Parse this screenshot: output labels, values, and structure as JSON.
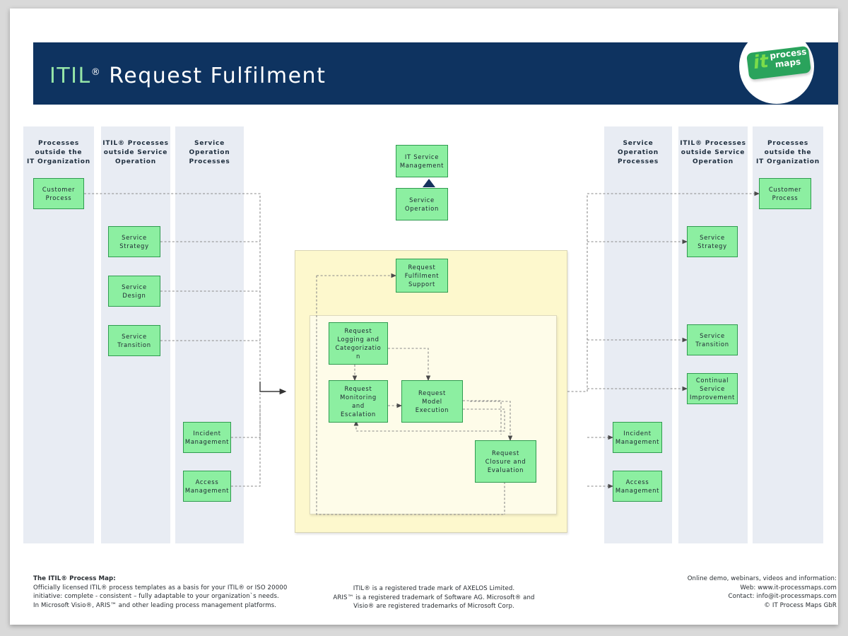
{
  "header": {
    "title_brand": "ITIL",
    "title_reg": "®",
    "title_rest": "Request Fulfilment",
    "logo": {
      "it": "it",
      "process": "process",
      "maps": "maps"
    },
    "bar_color": "#0e3360",
    "brand_green": "#96e6a8"
  },
  "lanes": [
    {
      "id": "left-outside-it",
      "title": "Processes\noutside the\nIT Organization"
    },
    {
      "id": "left-itil-outside",
      "title": "ITIL® Processes\noutside Service\nOperation"
    },
    {
      "id": "left-svc-op",
      "title": "Service\nOperation\nProcesses"
    },
    {
      "id": "right-svc-op",
      "title": "Service\nOperation\nProcesses"
    },
    {
      "id": "right-itil-outside",
      "title": "ITIL® Processes\noutside Service\nOperation"
    },
    {
      "id": "right-outside-it",
      "title": "Processes\noutside the\nIT Organization"
    }
  ],
  "boxes": {
    "left_customer_process": "Customer\nProcess",
    "left_service_strategy": "Service\nStrategy",
    "left_service_design": "Service\nDesign",
    "left_service_transition": "Service\nTransition",
    "left_incident_mgmt": "Incident\nManagement",
    "left_access_mgmt": "Access\nManagement",
    "it_service_management": "IT Service\nManagement",
    "service_operation": "Service\nOperation",
    "request_fulfilment_support": "Request\nFulfilment\nSupport",
    "request_logging": "Request\nLogging and\nCategorizatio\nn",
    "request_monitoring": "Request\nMonitoring\nand\nEscalation",
    "request_model_execution": "Request\nModel\nExecution",
    "request_closure": "Request\nClosure and\nEvaluation",
    "right_customer_process": "Customer\nProcess",
    "right_service_strategy": "Service\nStrategy",
    "right_service_transition": "Service\nTransition",
    "right_csi": "Continual\nService\nImprovement",
    "right_incident_mgmt": "Incident\nManagement",
    "right_access_mgmt": "Access\nManagement"
  },
  "colors": {
    "lane_bg": "#e8ecf3",
    "box_fill": "#8cefa1",
    "box_border": "#2f9b4f",
    "yellow_outer": "#fdf8cd",
    "yellow_inner": "#fefce9",
    "connector": "#8a8a8a",
    "connector_solid": "#3a3a3a",
    "triangle": "#16335e"
  },
  "footer": {
    "left": {
      "heading": "The ITIL® Process Map:",
      "line1": "Officially licensed ITIL® process templates as a basis for your ITIL® or ISO 20000",
      "line2": "initiative: complete - consistent – fully adaptable to your organization`s needs.",
      "line3": "In Microsoft Visio®, ARIS™ and other leading process management platforms."
    },
    "center": {
      "line1": "ITIL® is a registered trade mark of AXELOS Limited.",
      "line2": "ARIS™ is a  registered trademark of Software AG. Microsoft® and",
      "line3": "Visio® are registered trademarks of Microsoft Corp."
    },
    "right": {
      "line1": "Online demo, webinars, videos and information:",
      "line2": "Web: www.it-processmaps.com",
      "line3": "Contact: info@it-processmaps.com",
      "line4": "© IT Process Maps GbR"
    }
  }
}
